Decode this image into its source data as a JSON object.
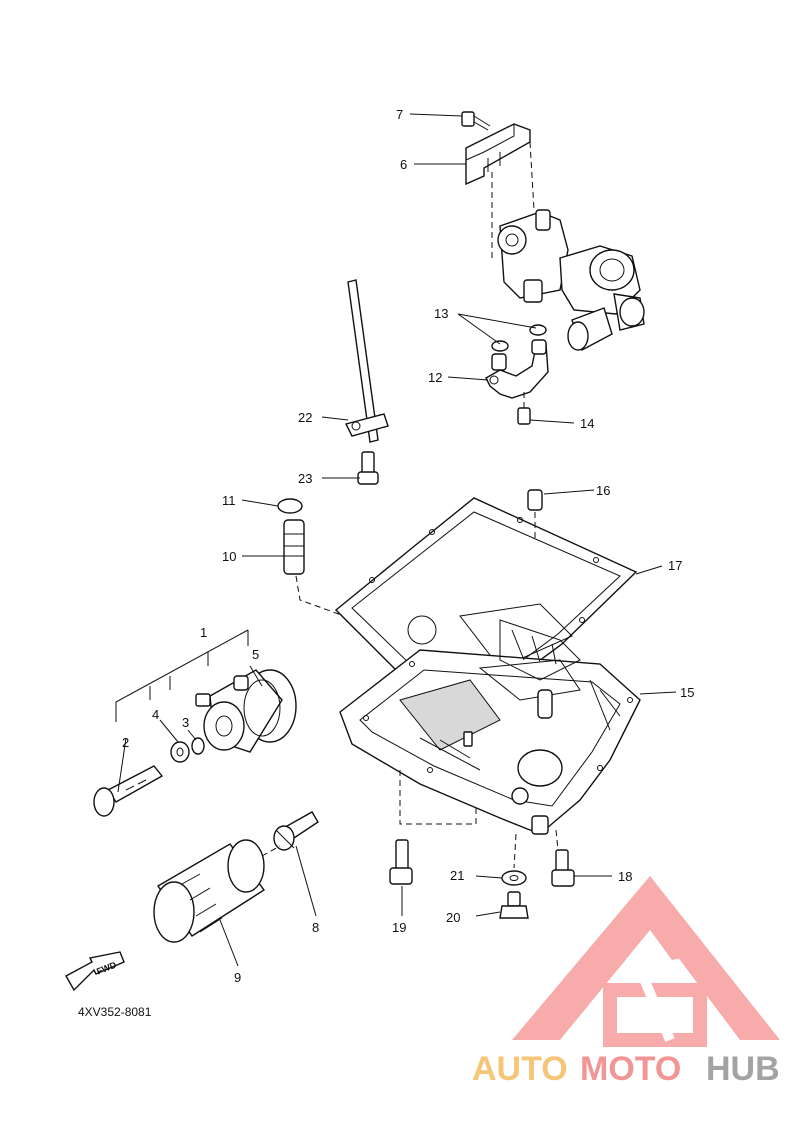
{
  "diagram": {
    "part_code": "4XV352-8081",
    "fwd_label": "FWD",
    "callouts": [
      "1",
      "2",
      "3",
      "4",
      "5",
      "6",
      "7",
      "8",
      "9",
      "10",
      "11",
      "12",
      "13",
      "14",
      "15",
      "16",
      "17",
      "18",
      "19",
      "20",
      "21",
      "22",
      "23"
    ]
  },
  "watermark": {
    "brand_part1": "AUTO",
    "brand_part2": "MOTO",
    "brand_part3": "HUB",
    "colors": {
      "triangle": "#f7a3a3",
      "orange": "#f5c06a",
      "red": "#f08a8a",
      "gray": "#9a9a9a"
    }
  }
}
